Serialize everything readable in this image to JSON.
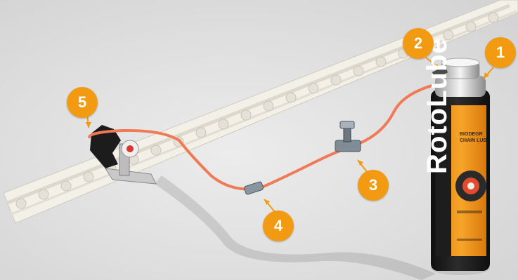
{
  "scene": {
    "kind": "product-photo",
    "subject": "chain lubrication system",
    "brand_text": "RotoLube",
    "can_label_lines": [
      "BIODEGR",
      "CHAIN LUB"
    ],
    "colors": {
      "accent": "#f29a12",
      "tube": "#f07a55",
      "chain": "#f2efe6",
      "can_body": "#1d1d1d"
    }
  },
  "callouts": [
    {
      "number": "1"
    },
    {
      "number": "2"
    },
    {
      "number": "3"
    },
    {
      "number": "4"
    },
    {
      "number": "5"
    }
  ]
}
